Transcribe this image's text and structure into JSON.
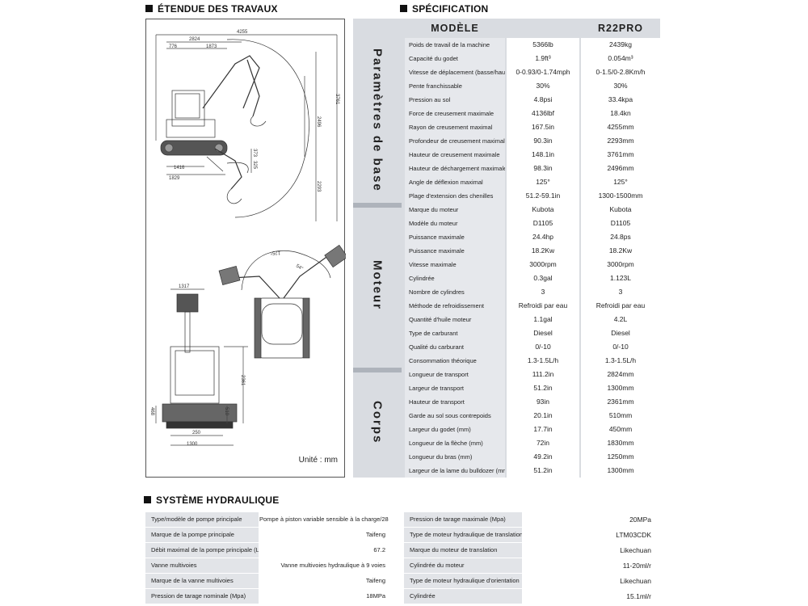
{
  "titles": {
    "work_range": "ÉTENDUE DES TRAVAUX",
    "spec": "SPÉCIFICATION",
    "hydraulic": "SYSTÈME HYDRAULIQUE"
  },
  "drawing": {
    "unit": "Unité : mm",
    "dims": {
      "d4255": "4255",
      "d2824": "2824",
      "d1873": "1873",
      "d776": "776",
      "d3761": "3761",
      "d2496": "2496",
      "d373": "373",
      "d325": "325",
      "d1416": "1416",
      "d1829": "1829",
      "d2293": "2293",
      "a125": "125°",
      "a54": "54°",
      "d1317": "1317",
      "d2361": "2361",
      "d468": "468",
      "d510": "510",
      "d250": "250",
      "d1300": "1300"
    }
  },
  "spec": {
    "header_label": "MODÈLE",
    "header_model": "R22PRO",
    "groups": [
      {
        "name": "Paramètres de base",
        "rows": [
          [
            "Poids de travail de la machine",
            "5366lb",
            "2439kg"
          ],
          [
            "Capacité du godet",
            "1.9ft³",
            "0.054m³"
          ],
          [
            "Vitesse de déplacement (basse/haute vitesse)",
            "0-0.93/0-1.74mph",
            "0-1.5/0-2.8Km/h"
          ],
          [
            "Pente franchissable",
            "30%",
            "30%"
          ],
          [
            "Pression au sol",
            "4.8psi",
            "33.4kpa"
          ],
          [
            "Force de creusement maximale",
            "4136lbf",
            "18.4kn"
          ],
          [
            "Rayon de creusement maximal",
            "167.5in",
            "4255mm"
          ],
          [
            "Profondeur de creusement maximale",
            "90.3in",
            "2293mm"
          ],
          [
            "Hauteur de creusement maximale",
            "148.1in",
            "3761mm"
          ],
          [
            "Hauteur de déchargement maximale",
            "98.3in",
            "2496mm"
          ],
          [
            "Angle de déflexion maximal",
            "125°",
            "125°"
          ],
          [
            "Plage d'extension des chenilles",
            "51.2-59.1in",
            "1300-1500mm"
          ]
        ]
      },
      {
        "name": "Moteur",
        "rows": [
          [
            "Marque du moteur",
            "Kubota",
            "Kubota"
          ],
          [
            "Modèle du moteur",
            "D1105",
            "D1105"
          ],
          [
            "Puissance maximale",
            "24.4hp",
            "24.8ps"
          ],
          [
            "Puissance maximale",
            "18.2Kw",
            "18.2Kw"
          ],
          [
            "Vitesse maximale",
            "3000rpm",
            "3000rpm"
          ],
          [
            "Cylindrée",
            "0.3gal",
            "1.123L"
          ],
          [
            "Nombre de cylindres",
            "3",
            "3"
          ],
          [
            "Méthode de refroidissement",
            "Refroidi par eau",
            "Refroidi par eau"
          ],
          [
            "Quantité d'huile moteur",
            "1.1gal",
            "4.2L"
          ],
          [
            "Type de carburant",
            "Diesel",
            "Diesel"
          ],
          [
            "Qualité du carburant",
            "0/-10",
            "0/-10"
          ],
          [
            "Consommation théorique",
            "1.3-1.5L/h",
            "1.3-1.5L/h"
          ]
        ]
      },
      {
        "name": "Corps",
        "rows": [
          [
            "Longueur de transport",
            "111.2in",
            "2824mm"
          ],
          [
            "Largeur de transport",
            "51.2in",
            "1300mm"
          ],
          [
            "Hauteur de transport",
            "93in",
            "2361mm"
          ],
          [
            "Garde au sol sous contrepoids",
            "20.1in",
            "510mm"
          ],
          [
            "Largeur du godet (mm)",
            "17.7in",
            "450mm"
          ],
          [
            "Longueur de la flèche (mm)",
            "72in",
            "1830mm"
          ],
          [
            "Longueur du bras (mm)",
            "49.2in",
            "1250mm"
          ],
          [
            "Largeur de la lame du bulldozer (mm)",
            "51.2in",
            "1300mm"
          ]
        ]
      }
    ]
  },
  "hydraulic": {
    "left": [
      [
        "Type/modèle de pompe principale",
        "Pompe à piston variable sensible à la charge/28"
      ],
      [
        "Marque de la pompe principale",
        "Taifeng"
      ],
      [
        "Débit maximal de la pompe principale (L/min)",
        "67.2"
      ],
      [
        "Vanne multivoies",
        "Vanne multivoies hydraulique à 9 voies"
      ],
      [
        "Marque de la vanne multivoies",
        "Taifeng"
      ],
      [
        "Pression de tarage nominale (Mpa)",
        "18MPa"
      ]
    ],
    "right": [
      [
        "Pression de tarage maximale (Mpa)",
        "20MPa"
      ],
      [
        "Type de moteur hydraulique de translation",
        "LTM03CDK"
      ],
      [
        "Marque du moteur de translation",
        "Likechuan"
      ],
      [
        "Cylindrée du moteur",
        "11-20ml/r"
      ],
      [
        "Type de moteur hydraulique d'orientation",
        "Likechuan"
      ],
      [
        "Cylindrée",
        "15.1ml/r"
      ]
    ]
  }
}
